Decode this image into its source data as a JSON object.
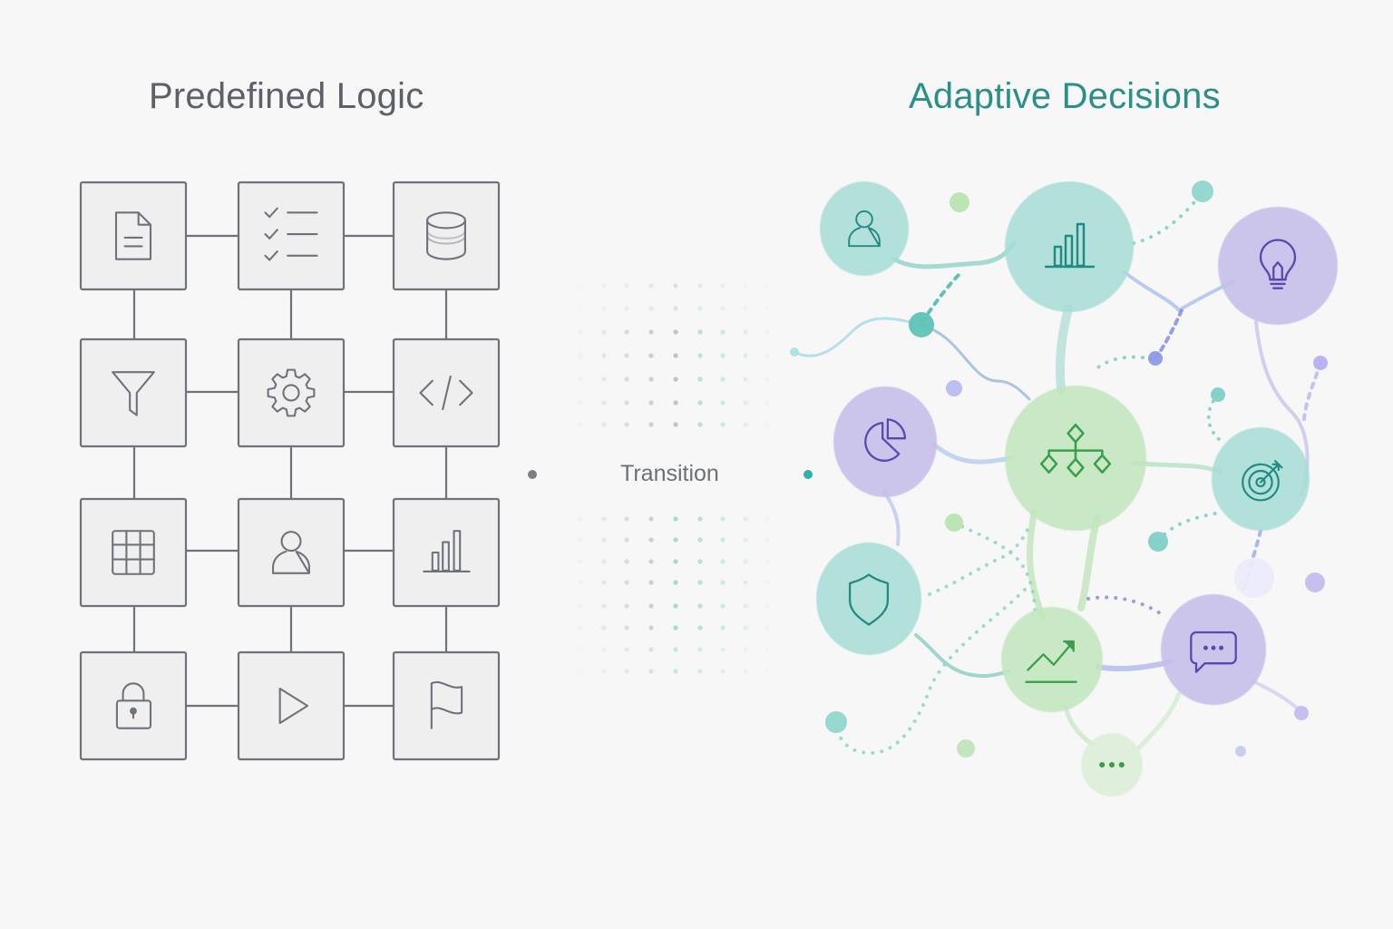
{
  "left_panel": {
    "title": "Predefined Logic",
    "grid": [
      [
        "document-icon",
        "checklist-icon",
        "database-icon"
      ],
      [
        "filter-icon",
        "gear-icon",
        "code-icon"
      ],
      [
        "table-icon",
        "user-icon",
        "bar-chart-icon"
      ],
      [
        "lock-icon",
        "play-icon",
        "flag-icon"
      ]
    ]
  },
  "middle": {
    "label": "Transition"
  },
  "right_panel": {
    "title": "Adaptive Decisions",
    "nodes": [
      {
        "icon": "user-icon",
        "tone": "teal"
      },
      {
        "icon": "bar-chart-icon",
        "tone": "teal"
      },
      {
        "icon": "lightbulb-icon",
        "tone": "purple"
      },
      {
        "icon": "pie-chart-icon",
        "tone": "purple"
      },
      {
        "icon": "decision-tree-icon",
        "tone": "green"
      },
      {
        "icon": "target-icon",
        "tone": "teal"
      },
      {
        "icon": "shield-icon",
        "tone": "teal"
      },
      {
        "icon": "trend-up-icon",
        "tone": "green"
      },
      {
        "icon": "chat-bubble-icon",
        "tone": "purple"
      },
      {
        "icon": "more-dots-icon",
        "tone": "lightgreen"
      }
    ]
  },
  "colors": {
    "background": "#f8f7f7",
    "grid_stroke": "#6e737b",
    "grid_fill": "#efefef",
    "title_left": "#5b6069",
    "title_right": "#2a8f88",
    "teal_fill": "#a9ddd8",
    "teal_icon": "#218a82",
    "purple_fill": "#c5bdea",
    "purple_icon": "#5c46b0",
    "green_fill": "#c3e6bf",
    "green_icon": "#3a9e4c",
    "lightgreen_fill": "#dcefd9"
  }
}
